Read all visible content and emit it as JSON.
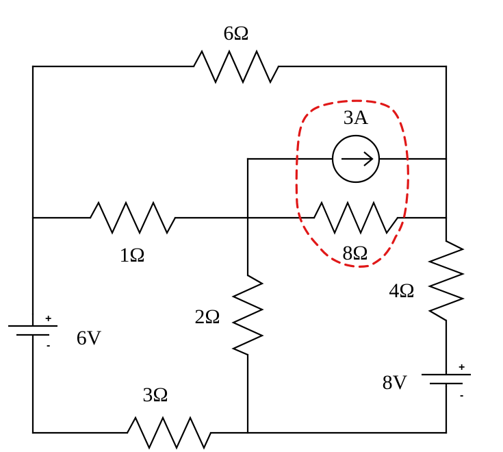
{
  "circuit": {
    "resistors": [
      {
        "id": "r_top",
        "label": "6Ω"
      },
      {
        "id": "r_mid_left",
        "label": "1Ω"
      },
      {
        "id": "r_mid_right",
        "label": "8Ω"
      },
      {
        "id": "r_center",
        "label": "2Ω"
      },
      {
        "id": "r_right",
        "label": "4Ω"
      },
      {
        "id": "r_bottom",
        "label": "3Ω"
      }
    ],
    "current_source": {
      "label": "3A"
    },
    "voltage_sources": [
      {
        "id": "v_left",
        "label": "6V",
        "plus": "+",
        "minus": "-"
      },
      {
        "id": "v_right",
        "label": "8V",
        "plus": "+",
        "minus": "-"
      }
    ],
    "highlight_color": "#e01818"
  }
}
